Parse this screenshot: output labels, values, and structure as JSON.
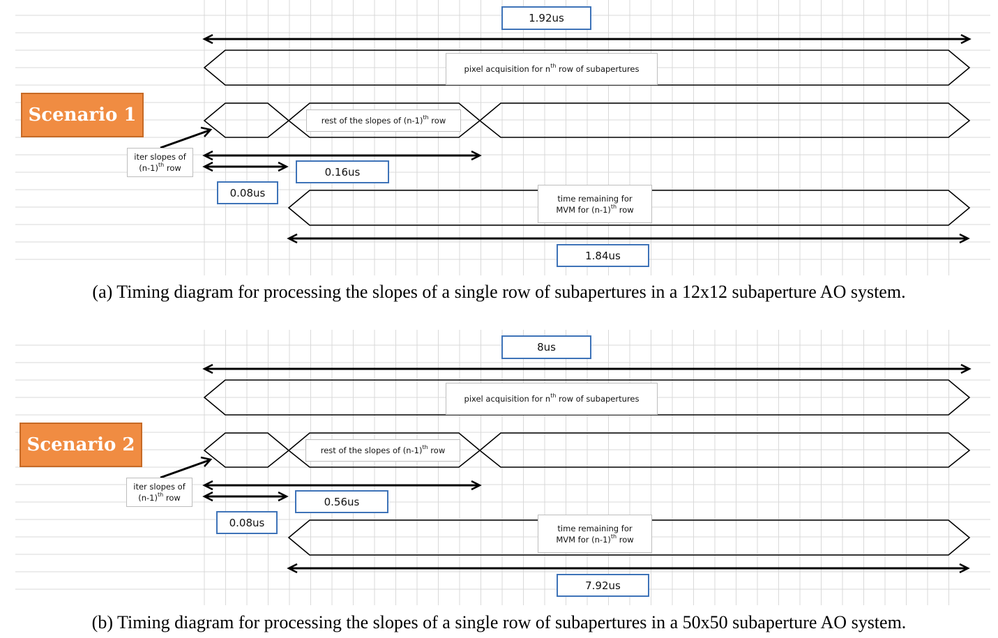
{
  "panels": [
    {
      "scenario": "Scenario 1",
      "total_time": "1.92us",
      "acquisition_label": {
        "pre": "pixel acquisition for n",
        "sup": "th",
        "post": " row of subapertures"
      },
      "rest_label": {
        "pre": "rest of the slopes of (n-1)",
        "sup": "th",
        "post": " row"
      },
      "first_slopes_label": {
        "line1": "iter slopes of",
        "line2_pre": "(n-1)",
        "sup": "th",
        "line2_post": " row"
      },
      "first_slopes_time": "0.08us",
      "rest_slopes_time": "0.16us",
      "mvm_label": {
        "line1": "time remaining for",
        "line2_pre": "MVM for (n-1)",
        "sup": "th",
        "line2_post": " row"
      },
      "mvm_time": "1.84us",
      "caption": "(a) Timing diagram for processing the slopes of a single row of subapertures in a 12x12 subaperture AO system."
    },
    {
      "scenario": "Scenario 2",
      "total_time": "8us",
      "acquisition_label": {
        "pre": "pixel acquisition for n",
        "sup": "th",
        "post": " row of subapertures"
      },
      "rest_label": {
        "pre": "rest of the slopes of (n-1)",
        "sup": "th",
        "post": " row"
      },
      "first_slopes_label": {
        "line1": "iter slopes of",
        "line2_pre": "(n-1)",
        "sup": "th",
        "line2_post": " row"
      },
      "first_slopes_time": "0.08us",
      "rest_slopes_time": "0.56us",
      "mvm_label": {
        "line1": "time remaining for",
        "line2_pre": "MVM for (n-1)",
        "sup": "th",
        "line2_post": " row"
      },
      "mvm_time": "7.92us",
      "caption": "(b) Timing diagram for processing the slopes of a single row of subapertures in a 50x50 subaperture AO system."
    }
  ],
  "colors": {
    "scenario_fill": "#f08c42",
    "scenario_border": "#c66a26",
    "time_box_border": "#3e73b8",
    "grid": "#d9d9d9",
    "line": "#000000"
  }
}
